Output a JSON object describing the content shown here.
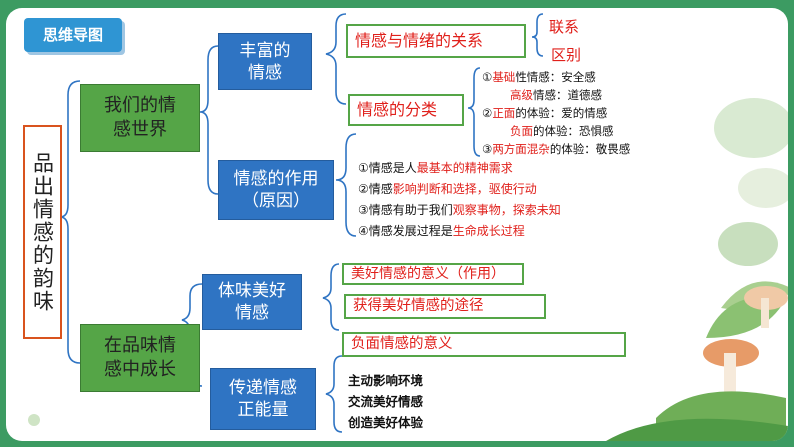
{
  "title": "思维导图",
  "root": "品出情感的韵味",
  "world": {
    "label_l1": "我们的情",
    "label_l2": "感世界",
    "rich": {
      "l1": "丰富的",
      "l2": "情感"
    },
    "relation": "情感与情绪的关系",
    "relation_items": [
      "联系",
      "区别"
    ],
    "classify": "情感的分类",
    "classify_items": [
      {
        "prefix": "①",
        "hl": "基础",
        "rest": "性情感：安全感"
      },
      {
        "prefix": "",
        "hl": "高级",
        "rest": "情感：道德感"
      },
      {
        "prefix": "②",
        "hl": "正面",
        "rest": "的体验：爱的情感"
      },
      {
        "prefix": "",
        "hl": "负面",
        "rest": "的体验：恐惧感"
      },
      {
        "prefix": "③",
        "hl": "两方面混杂",
        "rest": "的体验：敬畏感"
      }
    ],
    "effect": {
      "l1": "情感的作用",
      "l2": "（原因）"
    },
    "effect_items": [
      {
        "a": "①情感是人",
        "hl": "最基本的精神需求",
        "b": ""
      },
      {
        "a": "②情感",
        "hl": "影响判断和选择，驱使行动",
        "b": ""
      },
      {
        "a": "③情感有助于我们",
        "hl": "观察事物，探索未知",
        "b": ""
      },
      {
        "a": "④情感发展过程是",
        "hl": "生命成长过程",
        "b": ""
      }
    ]
  },
  "grow": {
    "label_l1": "在品味情",
    "label_l2": "感中成长",
    "savor": {
      "l1": "体味美好",
      "l2": "情感"
    },
    "savor_items": [
      "美好情感的意义（作用）",
      "获得美好情感的途径"
    ],
    "negative": "负面情感的意义",
    "pass": {
      "l1": "传递情感",
      "l2": "正能量"
    },
    "pass_items": [
      "主动影响环境",
      "交流美好情感",
      "创造美好体验"
    ]
  }
}
